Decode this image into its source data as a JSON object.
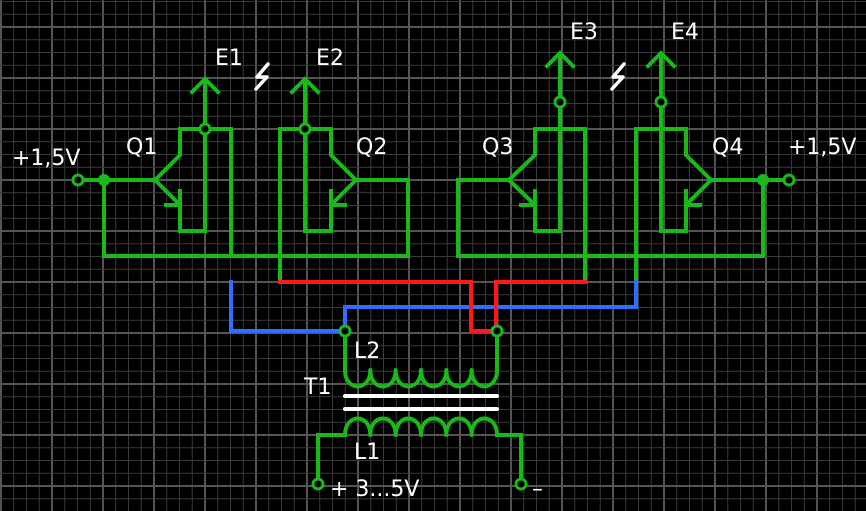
{
  "schematic": {
    "title": "Push-pull transistor circuit with transformer T1",
    "colors": {
      "background": "#000000",
      "grid_minor": "#3a3a3a",
      "grid_major": "#555555",
      "wire_main": "#19b919",
      "wire_red": "#ff1a1a",
      "wire_blue": "#2f6fff",
      "text": "#ffffff",
      "core": "#ffffff"
    },
    "labels": {
      "e1": "E1",
      "e2": "E2",
      "e3": "E3",
      "e4": "E4",
      "q1": "Q1",
      "q2": "Q2",
      "q3": "Q3",
      "q4": "Q4",
      "supply_left": "+1,5V",
      "supply_right": "+1,5V",
      "l2": "L2",
      "t1": "T1",
      "l1": "L1",
      "input_plus": "+ 3...5V",
      "input_minus": "–"
    },
    "components": [
      {
        "ref": "Q1",
        "type": "transistor-npn",
        "icon": "transistor-icon"
      },
      {
        "ref": "Q2",
        "type": "transistor-npn",
        "icon": "transistor-icon"
      },
      {
        "ref": "Q3",
        "type": "transistor-npn",
        "icon": "transistor-icon"
      },
      {
        "ref": "Q4",
        "type": "transistor-npn",
        "icon": "transistor-icon"
      },
      {
        "ref": "T1",
        "type": "transformer",
        "windings": [
          "L1",
          "L2"
        ],
        "icon": "transformer-icon"
      },
      {
        "ref": "E1",
        "type": "electrode-output",
        "icon": "arrow-up-icon"
      },
      {
        "ref": "E2",
        "type": "electrode-output",
        "icon": "arrow-up-icon"
      },
      {
        "ref": "E3",
        "type": "electrode-output",
        "icon": "arrow-up-icon"
      },
      {
        "ref": "E4",
        "type": "electrode-output",
        "icon": "arrow-up-icon"
      }
    ],
    "spark_symbols": [
      "lightning-icon",
      "lightning-icon"
    ]
  }
}
